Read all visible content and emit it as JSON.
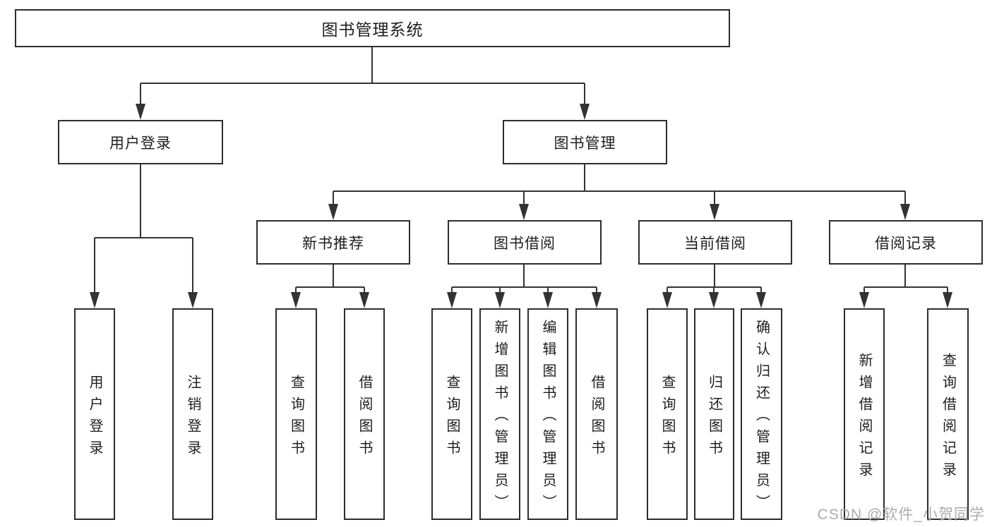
{
  "diagram": {
    "type": "hierarchy-tree",
    "root": {
      "label": "图书管理系统",
      "children": [
        {
          "label": "用户登录",
          "children": [
            {
              "label": "用户登录"
            },
            {
              "label": "注销登录"
            }
          ]
        },
        {
          "label": "图书管理",
          "children": [
            {
              "label": "新书推荐",
              "children": [
                {
                  "label": "查询图书"
                },
                {
                  "label": "借阅图书"
                }
              ]
            },
            {
              "label": "图书借阅",
              "children": [
                {
                  "label": "查询图书"
                },
                {
                  "label": "新增图书（管理员）"
                },
                {
                  "label": "编辑图书（管理员）"
                },
                {
                  "label": "借阅图书"
                }
              ]
            },
            {
              "label": "当前借阅",
              "children": [
                {
                  "label": "查询图书"
                },
                {
                  "label": "归还图书"
                },
                {
                  "label": "确认归还（管理员）"
                }
              ]
            },
            {
              "label": "借阅记录",
              "children": [
                {
                  "label": "新增借阅记录"
                },
                {
                  "label": "查询借阅记录"
                }
              ]
            }
          ]
        }
      ]
    }
  },
  "watermark": {
    "text": "CSDN @软件_小贺同学"
  },
  "colors": {
    "line": "#333333",
    "box_border": "#2d2d2d",
    "text": "#1e1e1e",
    "watermark": "#ababab",
    "background": "#ffffff"
  }
}
